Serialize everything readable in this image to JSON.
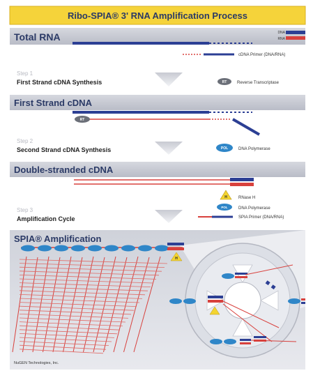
{
  "title": "Ribo-SPIA® 3' RNA Amplification Process",
  "sections": {
    "total_rna": "Total RNA",
    "first_strand": "First Strand cDNA",
    "double_stranded": "Double-stranded cDNA",
    "spia": "SPIA® Amplification"
  },
  "legend": {
    "dna": "DNA",
    "rna": "RNA",
    "primer": "cDNA Primer (DNA/RNA)",
    "reverse_transcriptase": "Reverse Transcriptase",
    "dna_polymerase": "DNA Polymerase",
    "rnase_h": "RNase H",
    "dna_polymerase_2": "DNA Polymerase",
    "spia_primer": "SPIA Primer (DNA/RNA)"
  },
  "steps": [
    {
      "label": "Step 1",
      "name": "First Strand cDNA Synthesis"
    },
    {
      "label": "Step 2",
      "name": "Second Strand cDNA Synthesis"
    },
    {
      "label": "Step 3",
      "name": "Amplification Cycle"
    }
  ],
  "badges": {
    "rt": "RT",
    "pol": "POL",
    "h": "H"
  },
  "footer": "NuGEN Technologies, Inc.",
  "colors": {
    "title_bg": "#f5d33a",
    "band_bg": "#c9cbd4",
    "band_text": "#2b3a66",
    "dna": "#2c3f94",
    "rna": "#d8413d",
    "polymerase": "#2f86c8",
    "rt": "#6b6f78",
    "rnase": "#f3d431"
  }
}
